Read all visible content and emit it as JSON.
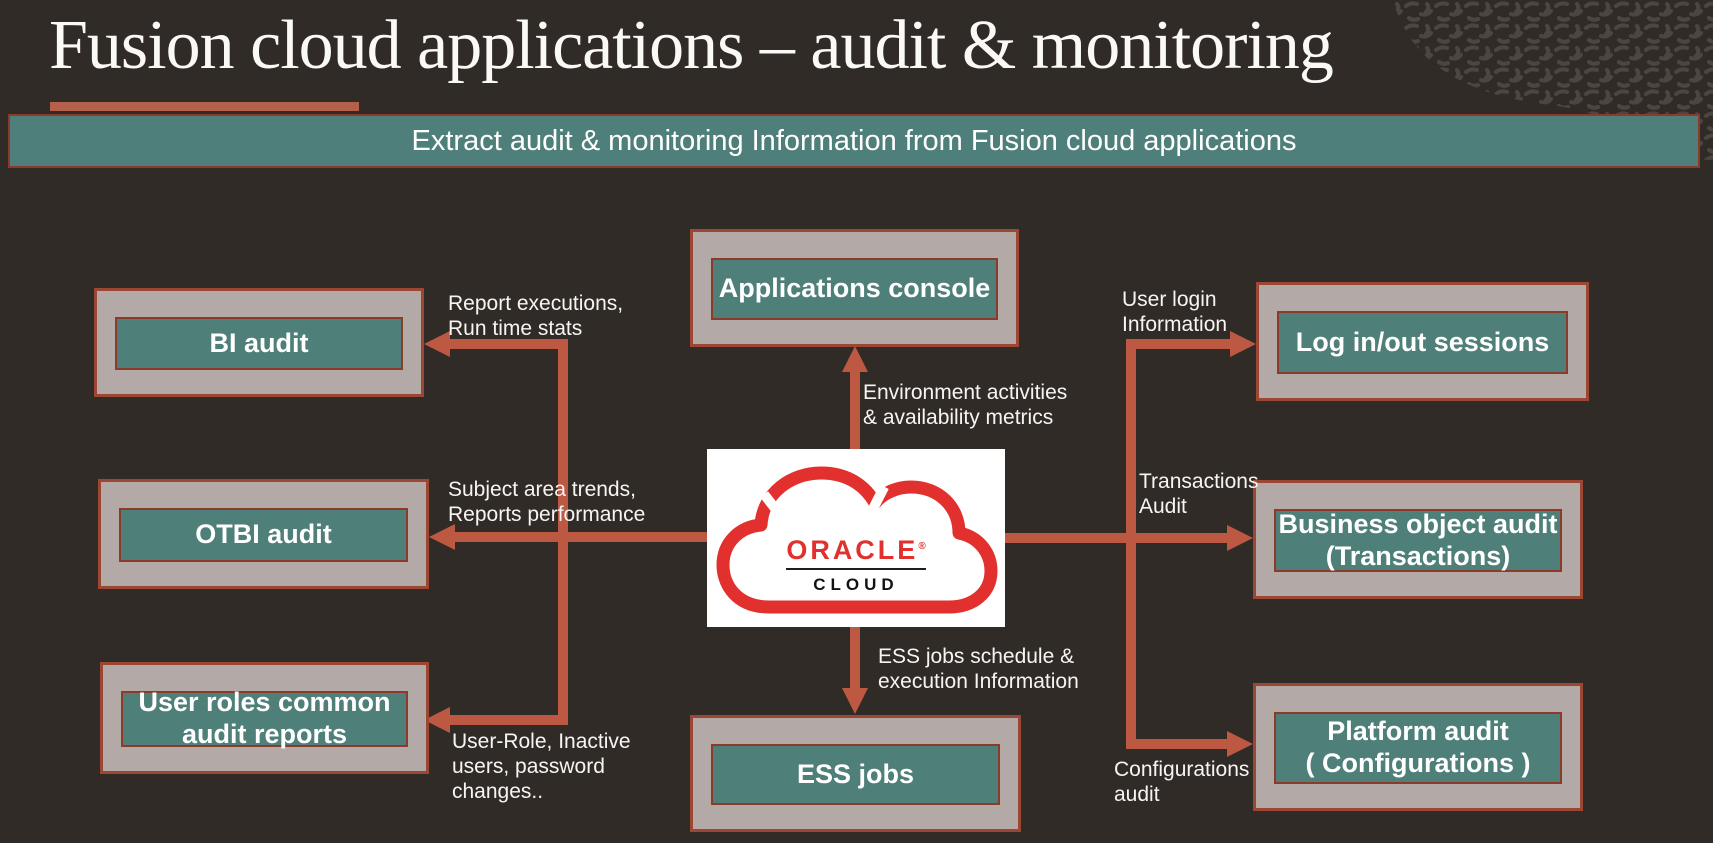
{
  "header": {
    "title": "Fusion cloud applications – audit & monitoring",
    "banner": "Extract audit & monitoring Information from Fusion cloud applications"
  },
  "center": {
    "cloud_brand": "ORACLE",
    "cloud_reg_mark": "®",
    "cloud_word": "CLOUD"
  },
  "boxes": {
    "bi_audit": {
      "label": "BI audit"
    },
    "otbi_audit": {
      "label": "OTBI audit"
    },
    "user_roles": {
      "label": "User roles common\naudit reports"
    },
    "applications_console": {
      "label": "Applications console"
    },
    "ess_jobs": {
      "label": "ESS jobs"
    },
    "login_sessions": {
      "label": "Log in/out sessions"
    },
    "business_object": {
      "label": "Business object audit\n(Transactions)"
    },
    "platform_audit": {
      "label": "Platform audit\n( Configurations )"
    }
  },
  "edge_labels": {
    "report_executions": "Report executions,\nRun time stats",
    "subject_area": "Subject area trends,\nReports performance",
    "user_role": "User-Role, Inactive\nusers, password\nchanges..",
    "environment": "Environment activities\n& availability metrics",
    "ess_schedule": "ESS jobs schedule &\nexecution Information",
    "user_login": "User login\nInformation",
    "transactions": "Transactions\nAudit",
    "configurations": "Configurations\naudit"
  },
  "colors": {
    "background": "#312b28",
    "box_fill": "#b3aaa7",
    "box_border": "#9c4733",
    "panel_teal": "#4e7f79",
    "panel_border": "#8c3b2b",
    "arrow": "#bd5843",
    "banner_fill": "#4f7f7a",
    "title_underline": "#b4604a",
    "oracle_red": "#e1302d",
    "text_light": "#ffffff"
  }
}
